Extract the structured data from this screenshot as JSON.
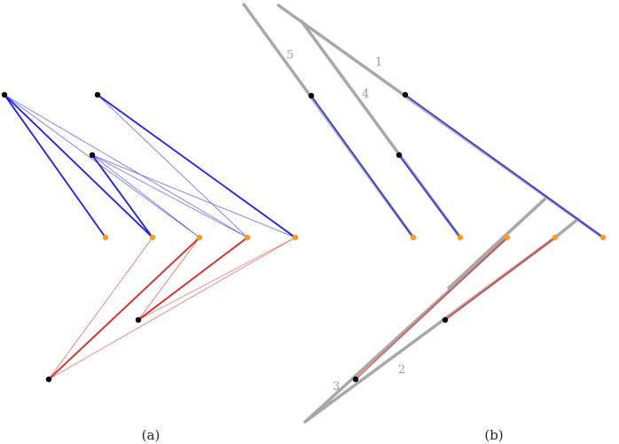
{
  "captions": {
    "a": "(a)",
    "b": "(b)"
  },
  "tree_labels": {
    "l1": "1",
    "l2": "2",
    "l3": "3",
    "l4": "4",
    "l5": "5"
  },
  "colors": {
    "blue": "#1a1aff",
    "red": "#e61e1e",
    "orange": "#ff9a1a",
    "black": "#000000",
    "grey": "#a8a8a8"
  }
}
